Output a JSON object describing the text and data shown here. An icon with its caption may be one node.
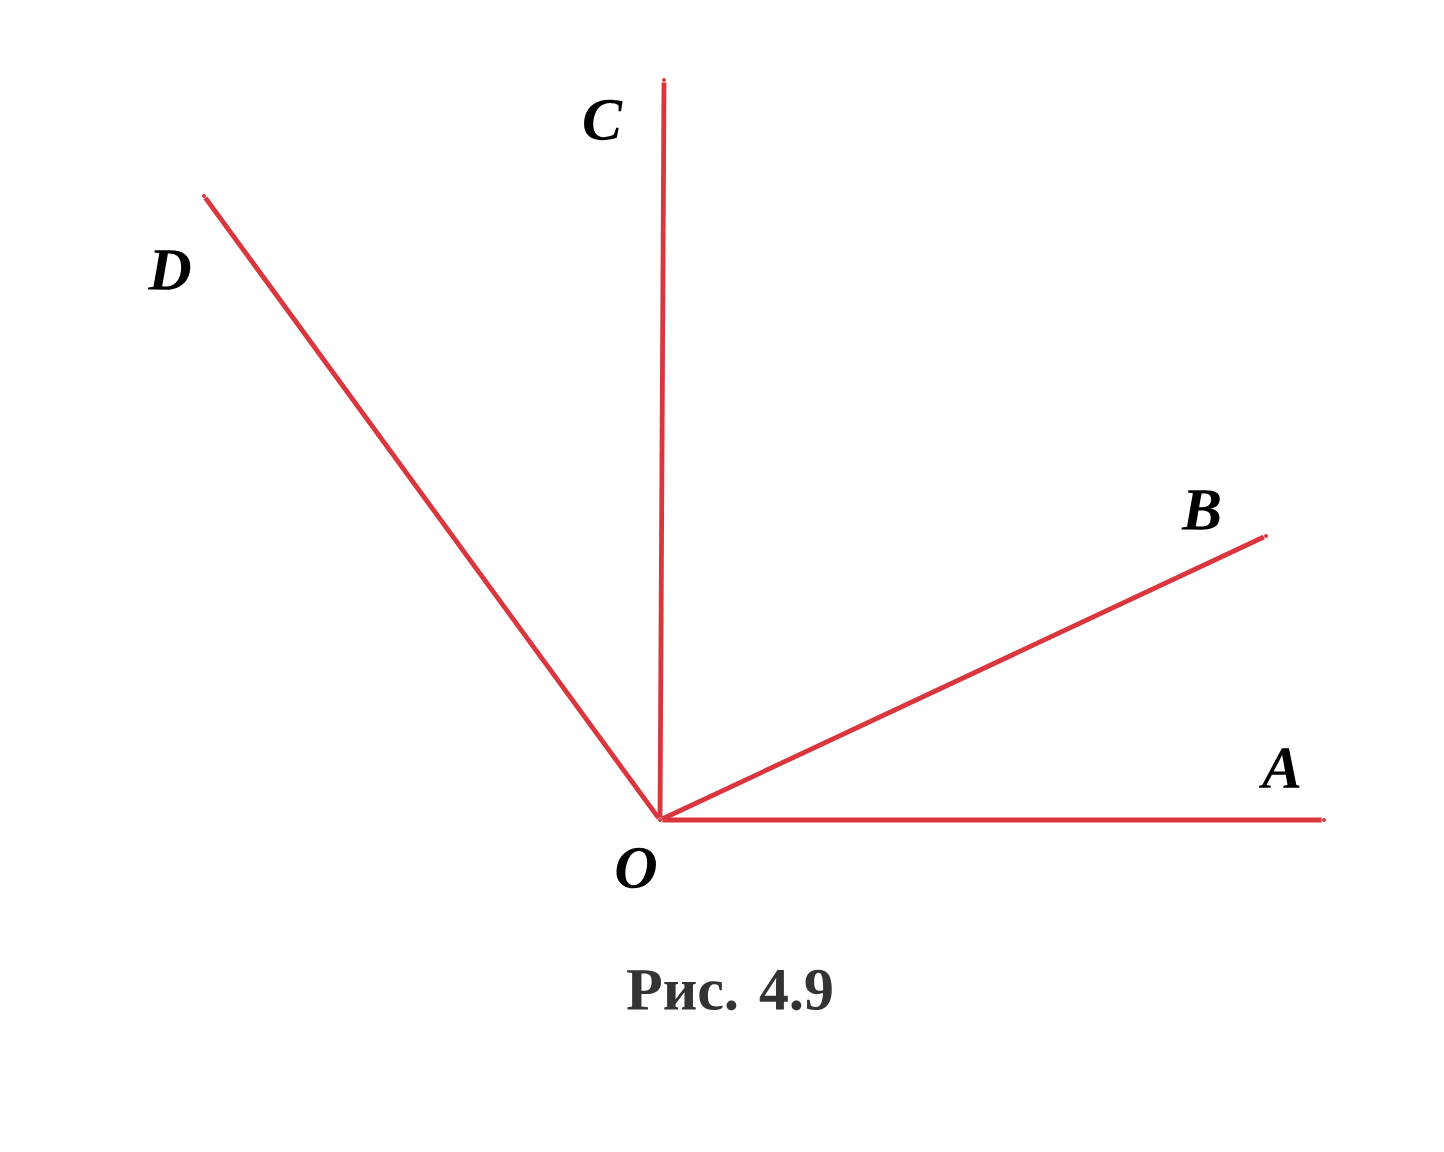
{
  "diagram": {
    "caption": "Рис. 4.9",
    "nodes": [
      {
        "text": [],
        "shape": "point",
        "beside": [
          "O"
        ]
      },
      {
        "text": [],
        "shape": "point",
        "beside": [
          "A"
        ]
      },
      {
        "text": [],
        "shape": "point",
        "beside": [
          "B"
        ]
      },
      {
        "text": [],
        "shape": "point",
        "beside": [
          "C"
        ]
      },
      {
        "text": [],
        "shape": "point",
        "beside": [
          "D"
        ]
      }
    ],
    "edges": [
      {
        "from": 0,
        "to": 1,
        "arrow": "none"
      },
      {
        "from": 0,
        "to": 2,
        "arrow": "none"
      },
      {
        "from": 0,
        "to": 3,
        "arrow": "none"
      },
      {
        "from": 0,
        "to": 4,
        "arrow": "none"
      }
    ]
  }
}
